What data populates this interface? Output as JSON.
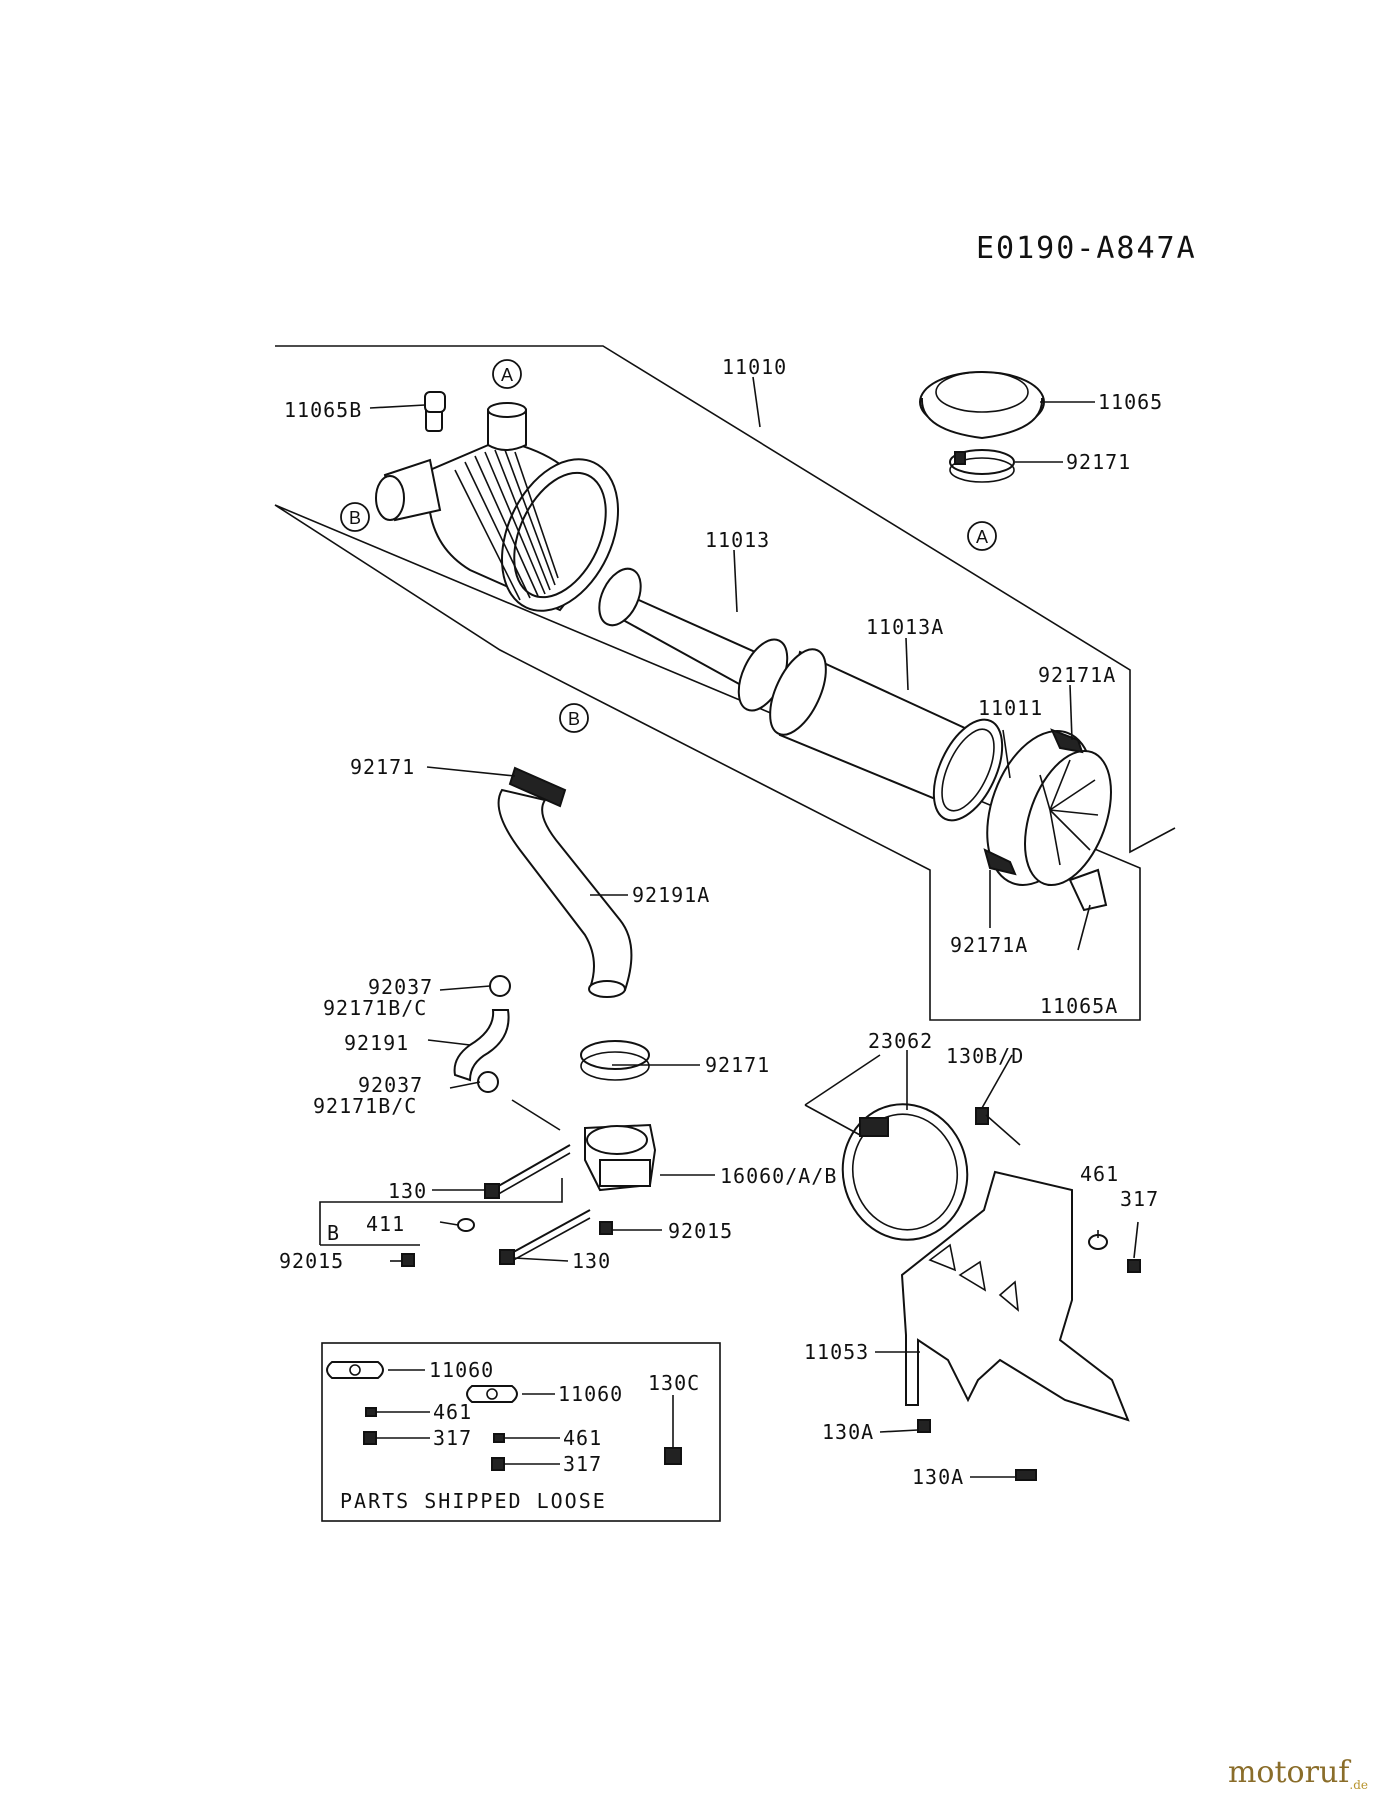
{
  "diagram_code": "E0190-A847A",
  "callouts": {
    "A_top": "A",
    "A_right": "A",
    "B_left": "B",
    "B_hose": "B",
    "B_bracket": "B"
  },
  "labels": {
    "p11065B": "11065B",
    "p11010": "11010",
    "p11065": "11065",
    "p92171_cap": "92171",
    "p11013": "11013",
    "p11013A": "11013A",
    "p92171A_top": "92171A",
    "p11011": "11011",
    "p92171_hose": "92171",
    "p92191A": "92191A",
    "p92171A_bot": "92171A",
    "p11065A": "11065A",
    "p92037_a": "92037",
    "p92171BC_a": "92171B/C",
    "p92191": "92191",
    "p92171_clamp": "92171",
    "p92037_b": "92037",
    "p92171BC_b": "92171B/C",
    "p23062": "23062",
    "p130BD": "130B/D",
    "p130_a": "130",
    "p16060": "16060/A/B",
    "p411": "411",
    "p92015_r": "92015",
    "p92015_l": "92015",
    "p130_b": "130",
    "p461_r": "461",
    "p317_r": "317",
    "p11053": "11053",
    "p130A_a": "130A",
    "p130A_b": "130A"
  },
  "loose_parts": {
    "p11060_a": "11060",
    "p461_a": "461",
    "p317_a": "317",
    "p11060_b": "11060",
    "p461_b": "461",
    "p317_b": "317",
    "p130C": "130C",
    "caption": "PARTS SHIPPED LOOSE"
  },
  "watermark": {
    "brand": "motoruf",
    "suffix": ".de"
  }
}
